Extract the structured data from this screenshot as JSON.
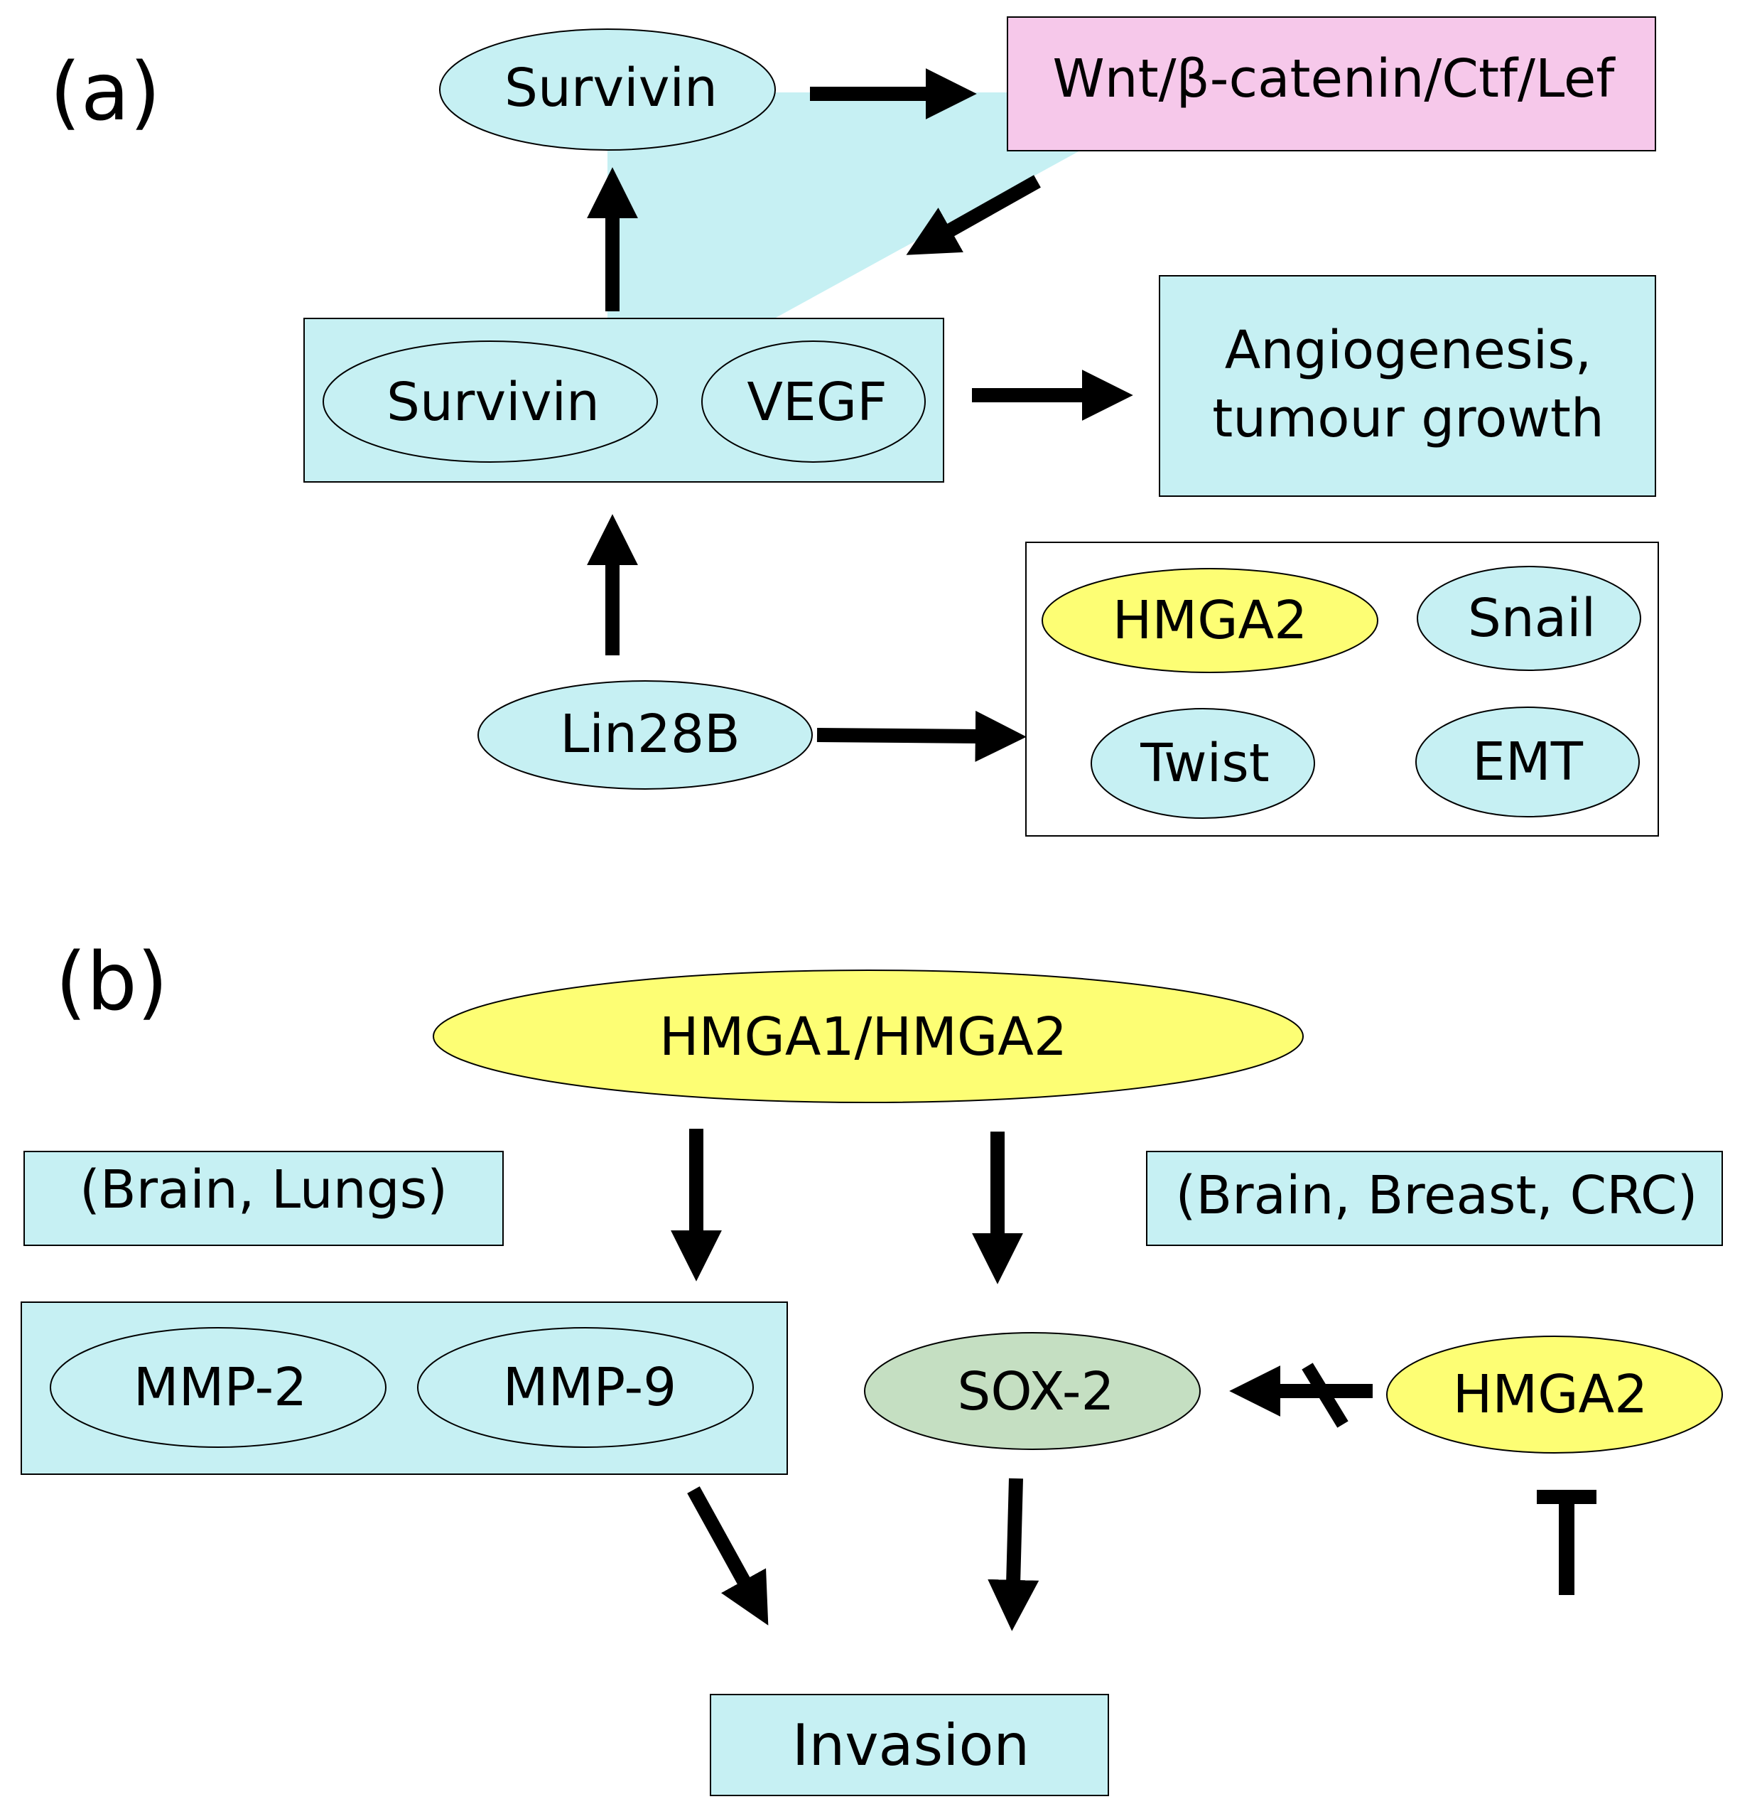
{
  "colors": {
    "cyan": "#c6f0f3",
    "pink": "#f6c8ea",
    "yellow": "#fdfe74",
    "sage": "#c5dfc2",
    "stroke": "#000000"
  },
  "panel_a": {
    "label": "(a)",
    "survivin_top": "Survivin",
    "wnt": "Wnt/β-catenin/Ctf/Lef",
    "survivin": "Survivin",
    "vegf": "VEGF",
    "angio_line1": "Angiogenesis,",
    "angio_line2": "tumour growth",
    "lin28b": "Lin28B",
    "hmga2": "HMGA2",
    "snail": "Snail",
    "twist": "Twist",
    "emt": "EMT"
  },
  "panel_b": {
    "label": "(b)",
    "hmga1_hmga2": "HMGA1/HMGA2",
    "brain_lungs": "(Brain, Lungs)",
    "brain_breast_crc": "(Brain, Breast, CRC)",
    "mmp2": "MMP-2",
    "mmp9": "MMP-9",
    "sox2": "SOX-2",
    "hmga2": "HMGA2",
    "invasion": "Invasion"
  }
}
